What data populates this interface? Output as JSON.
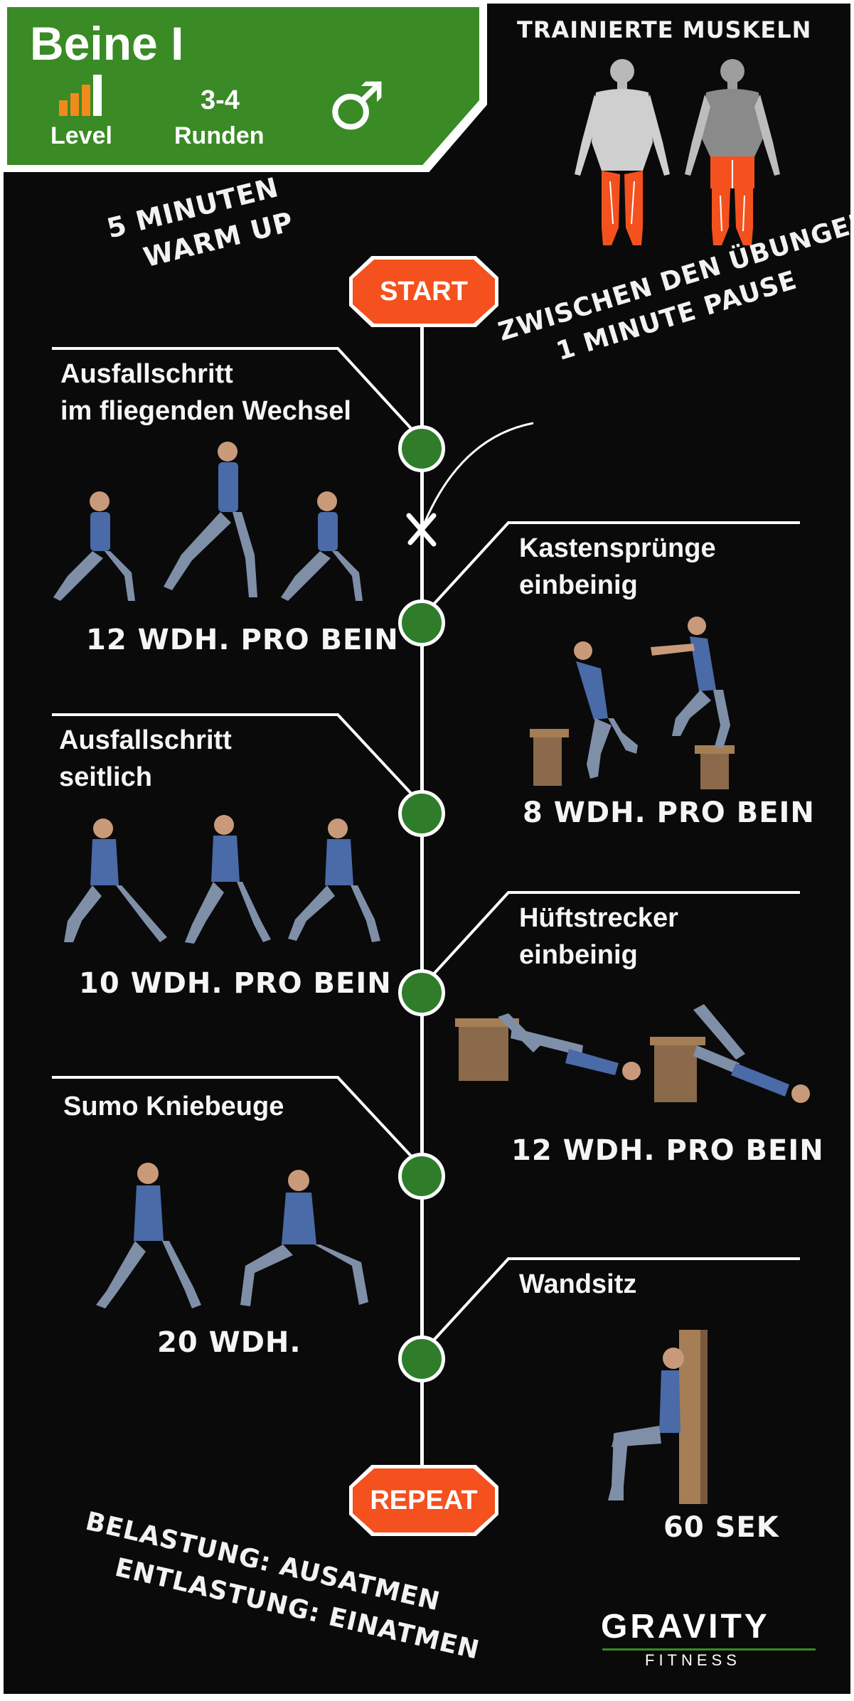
{
  "header": {
    "title": "Beine I",
    "level_label": "Level",
    "rounds_value": "3-4",
    "rounds_label": "Runden",
    "gender_symbol": "♂"
  },
  "muscles": {
    "title": "TRAINIERTE MUSKELN",
    "highlight_color": "#f4511e"
  },
  "warmup": {
    "line1": "5 MINUTEN",
    "line2": "WARM UP"
  },
  "start_label": "START",
  "pause_note": {
    "line1": "ZWISCHEN DEN ÜBUNGEN",
    "line2": "1 MINUTE PAUSE"
  },
  "exercises": [
    {
      "name1": "Ausfallschritt",
      "name2": "im fliegenden Wechsel",
      "reps": "12 WDH. PRO BEIN"
    },
    {
      "name1": "Kastensprünge",
      "name2": "einbeinig",
      "reps": "8 WDH. PRO BEIN"
    },
    {
      "name1": "Ausfallschritt",
      "name2": "seitlich",
      "reps": "10 WDH. PRO BEIN"
    },
    {
      "name1": "Hüftstrecker",
      "name2": "einbeinig",
      "reps": "12 WDH. PRO BEIN"
    },
    {
      "name1": "Sumo Kniebeuge",
      "name2": "",
      "reps": "20 WDH."
    },
    {
      "name1": "Wandsitz",
      "name2": "",
      "reps": "60 SEK"
    }
  ],
  "repeat_label": "REPEAT",
  "breathing": {
    "line1": "BELASTUNG: AUSATMEN",
    "line2": "ENTLASTUNG: EINATMEN"
  },
  "brand": {
    "name": "GRAVITY",
    "sub": "FITNESS"
  },
  "colors": {
    "green": "#3a8a26",
    "node_green": "#2f7d2a",
    "accent_orange": "#f4511e",
    "level_orange": "#f08a1c"
  }
}
